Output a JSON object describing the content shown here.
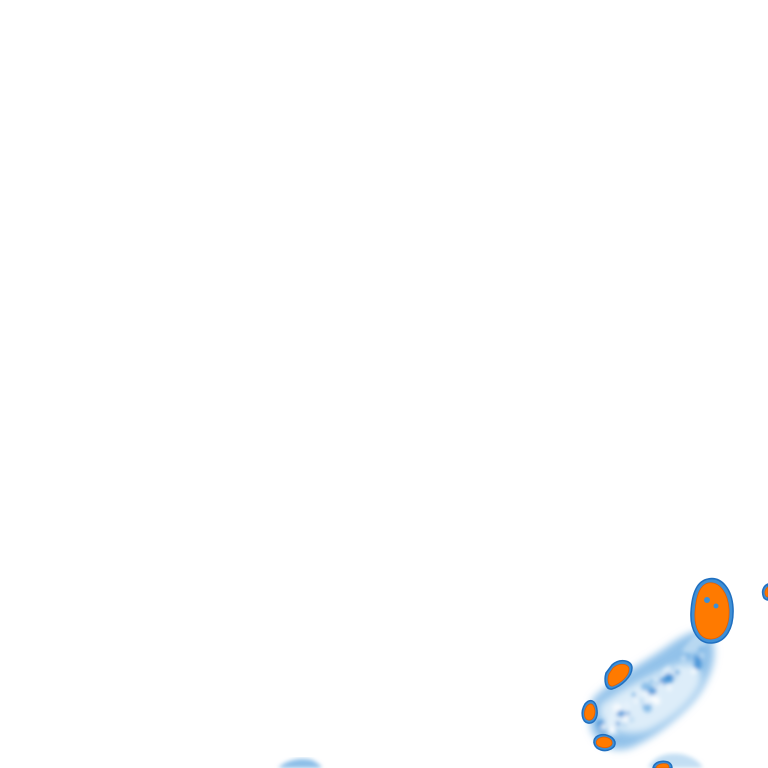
{
  "map": {
    "type": "weather-radar-tile",
    "background": "#ffffff",
    "legend_visible": false,
    "labels_visible": false,
    "palette": {
      "very_light": "#e6f2fb",
      "light": "#bcdaf2",
      "medium": "#7fb7e6",
      "dark": "#3e8fd6",
      "outline": "#1f6fc0",
      "core": "#ff7a00",
      "core_edge": "#e65f00"
    },
    "cells": [
      {
        "id": "east-cell",
        "intensity": "high"
      },
      {
        "id": "central-north-cell",
        "intensity": "high"
      },
      {
        "id": "central-west-cell",
        "intensity": "high"
      },
      {
        "id": "central-south-cell",
        "intensity": "high"
      },
      {
        "id": "south-edge-cell",
        "intensity": "high"
      },
      {
        "id": "far-east-edge-cell",
        "intensity": "high"
      },
      {
        "id": "bottom-left-cell",
        "intensity": "low"
      }
    ]
  }
}
